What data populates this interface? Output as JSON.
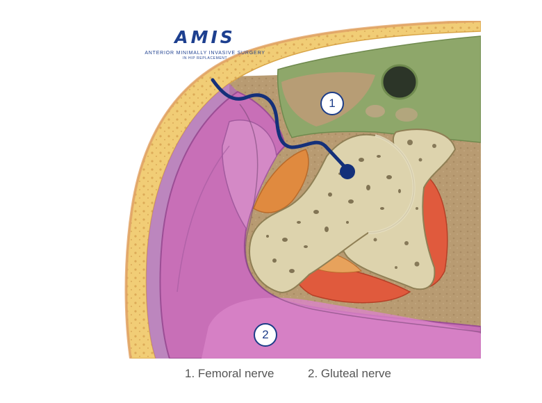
{
  "logo": {
    "name": "AMIS",
    "tagline": "ANTERIOR MINIMALLY INVASIVE SURGERY",
    "subtagline": "IN HIP REPLACEMENT"
  },
  "markers": [
    {
      "number": "1"
    },
    {
      "number": "2"
    }
  ],
  "legend": {
    "item1": "1. Femoral nerve",
    "item2": "2. Gluteal nerve"
  },
  "colors": {
    "approach_path": "#14307a",
    "bone": "#ddd3ad",
    "bone_pores": "#6b5d3e",
    "fat": "#f1cd76",
    "muscle_pink": "#c86fb7",
    "muscle_green": "#8ea76a",
    "muscle_red": "#e05a3d",
    "interior": "#b0946d"
  }
}
